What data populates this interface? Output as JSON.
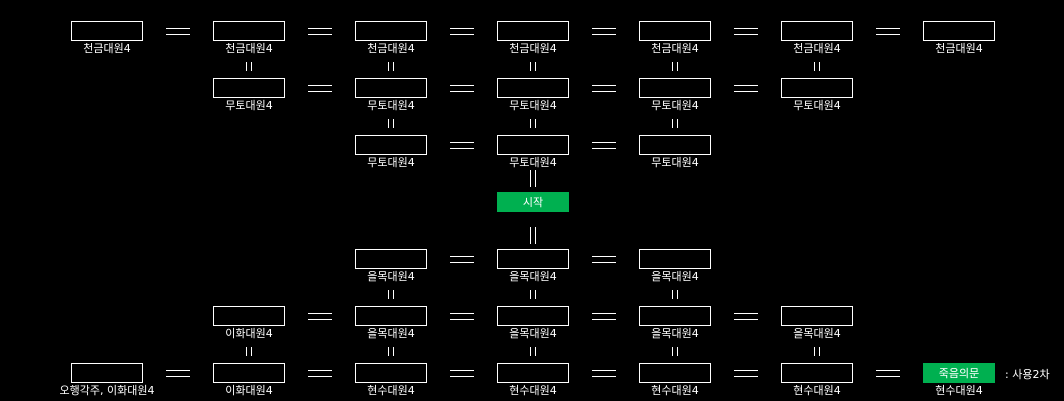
{
  "rows": [
    {
      "name": "row-cheongeum",
      "cells": [
        {
          "col": 0,
          "label": "천금대원4"
        },
        {
          "col": 1,
          "label": "천금대원4"
        },
        {
          "col": 2,
          "label": "천금대원4"
        },
        {
          "col": 3,
          "label": "천금대원4"
        },
        {
          "col": 4,
          "label": "천금대원4"
        },
        {
          "col": 5,
          "label": "천금대원4"
        },
        {
          "col": 6,
          "label": "천금대원4"
        }
      ]
    },
    {
      "name": "row-muto-1",
      "cells": [
        {
          "col": 1,
          "label": "무토대원4"
        },
        {
          "col": 2,
          "label": "무토대원4"
        },
        {
          "col": 3,
          "label": "무토대원4"
        },
        {
          "col": 4,
          "label": "무토대원4"
        },
        {
          "col": 5,
          "label": "무토대원4"
        }
      ]
    },
    {
      "name": "row-muto-2",
      "cells": [
        {
          "col": 2,
          "label": "무토대원4"
        },
        {
          "col": 3,
          "label": "무토대원4"
        },
        {
          "col": 4,
          "label": "무토대원4"
        }
      ]
    },
    {
      "name": "row-start",
      "cells": [
        {
          "col": 3,
          "label": "",
          "box_text": "시작",
          "kind": "start"
        }
      ]
    },
    {
      "name": "row-eulmok-1",
      "cells": [
        {
          "col": 2,
          "label": "을목대원4"
        },
        {
          "col": 3,
          "label": "을목대원4"
        },
        {
          "col": 4,
          "label": "을목대원4"
        }
      ]
    },
    {
      "name": "row-eulmok-2",
      "cells": [
        {
          "col": 1,
          "label": "이화대원4"
        },
        {
          "col": 2,
          "label": "을목대원4"
        },
        {
          "col": 3,
          "label": "을목대원4"
        },
        {
          "col": 4,
          "label": "을목대원4"
        },
        {
          "col": 5,
          "label": "을목대원4"
        }
      ]
    },
    {
      "name": "row-hyeonsu",
      "cells": [
        {
          "col": 0,
          "label": "오행각주, 이화대원4"
        },
        {
          "col": 1,
          "label": "이화대원4"
        },
        {
          "col": 2,
          "label": "현수대원4"
        },
        {
          "col": 3,
          "label": "현수대원4"
        },
        {
          "col": 4,
          "label": "현수대원4"
        },
        {
          "col": 5,
          "label": "현수대원4"
        },
        {
          "col": 6,
          "label": "현수대원4",
          "box_text": "죽음의문",
          "kind": "death"
        }
      ]
    }
  ],
  "vertical_links": [
    {
      "from_row": 0,
      "col": 1
    },
    {
      "from_row": 0,
      "col": 2
    },
    {
      "from_row": 0,
      "col": 3
    },
    {
      "from_row": 0,
      "col": 4
    },
    {
      "from_row": 0,
      "col": 5
    },
    {
      "from_row": 1,
      "col": 2
    },
    {
      "from_row": 1,
      "col": 3
    },
    {
      "from_row": 1,
      "col": 4
    },
    {
      "from_row": 2,
      "col": 3
    },
    {
      "from_row": 3,
      "col": 3
    },
    {
      "from_row": 4,
      "col": 2
    },
    {
      "from_row": 4,
      "col": 3
    },
    {
      "from_row": 4,
      "col": 4
    },
    {
      "from_row": 5,
      "col": 1
    },
    {
      "from_row": 5,
      "col": 2
    },
    {
      "from_row": 5,
      "col": 3
    },
    {
      "from_row": 5,
      "col": 4
    },
    {
      "from_row": 5,
      "col": 5
    }
  ],
  "note": ": 사용2차",
  "colors": {
    "background": "#000000",
    "line": "#ffffff",
    "highlight": "#00b050"
  }
}
